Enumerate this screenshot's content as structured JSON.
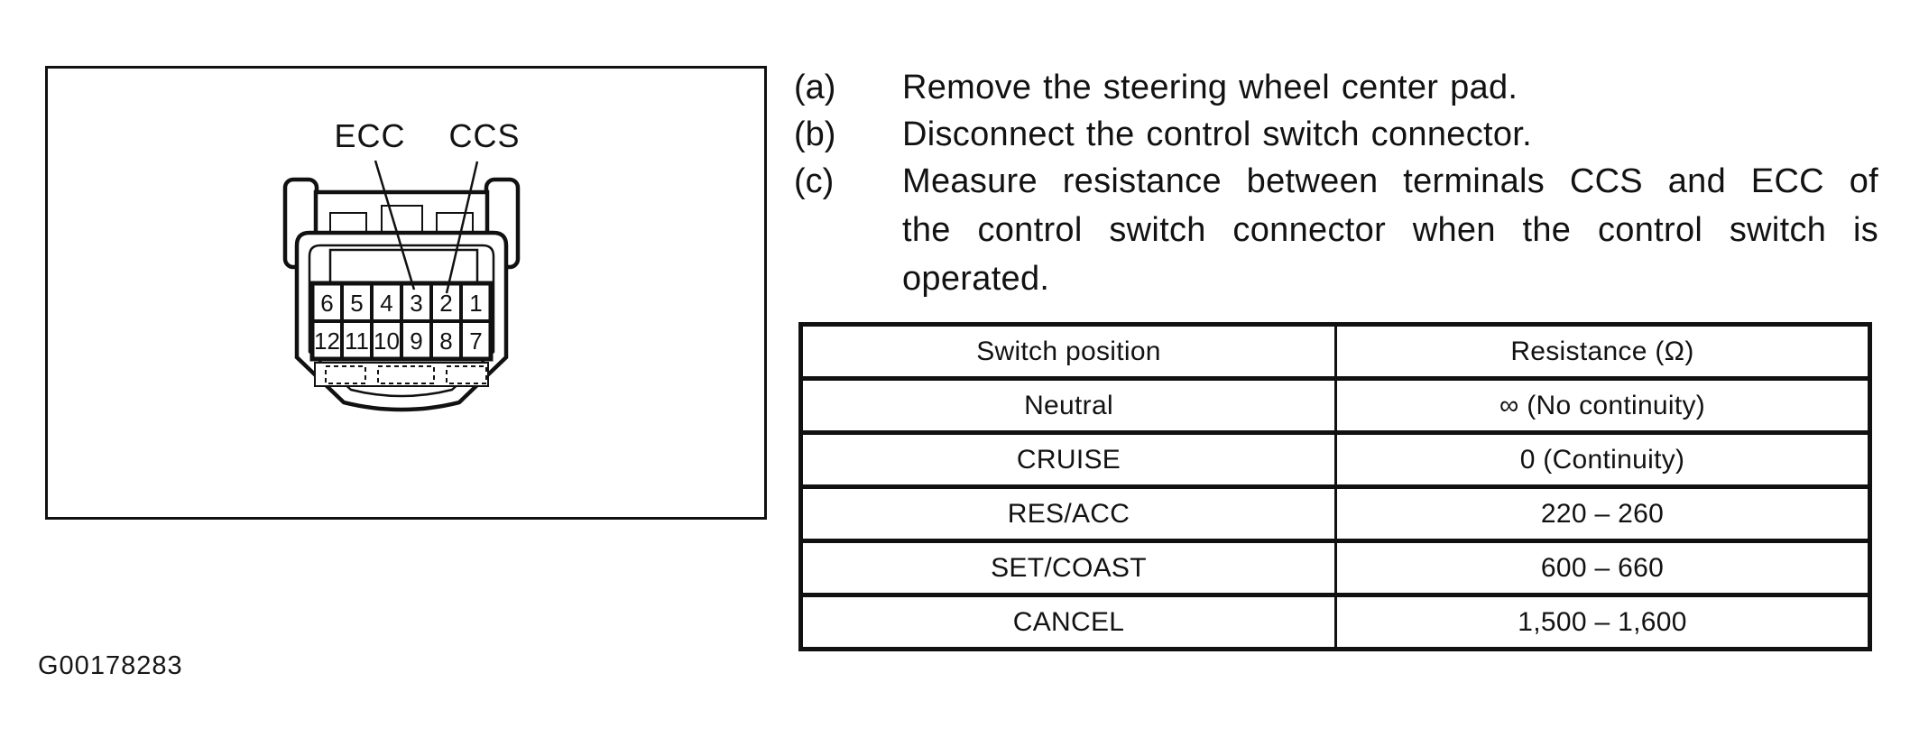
{
  "figure": {
    "id_label": "G00178283",
    "connector": {
      "terminal_labels": {
        "ecc": "ECC",
        "ccs": "CCS"
      },
      "pins_top_row": [
        "6",
        "5",
        "4",
        "3",
        "2",
        "1"
      ],
      "pins_bottom_row": [
        "12",
        "11",
        "10",
        "9",
        "8",
        "7"
      ]
    }
  },
  "instructions": {
    "a": {
      "label": "(a)",
      "line1": "Remove the steering wheel center pad."
    },
    "b": {
      "label": "(b)",
      "line1": "Disconnect the control switch connector."
    },
    "c": {
      "label": "(c)",
      "line1": "Measure resistance between terminals CCS and ECC of",
      "line2": "the control switch connector when the control switch is",
      "line3": "operated."
    }
  },
  "table": {
    "headers": [
      "Switch position",
      "Resistance (Ω)"
    ],
    "rows": [
      [
        "Neutral",
        "∞ (No continuity)"
      ],
      [
        "CRUISE",
        "0 (Continuity)"
      ],
      [
        "RES/ACC",
        "220 – 260"
      ],
      [
        "SET/COAST",
        "600 – 660"
      ],
      [
        "CANCEL",
        "1,500 – 1,600"
      ]
    ]
  },
  "colors": {
    "ink": "#111111",
    "paper": "#ffffff"
  }
}
